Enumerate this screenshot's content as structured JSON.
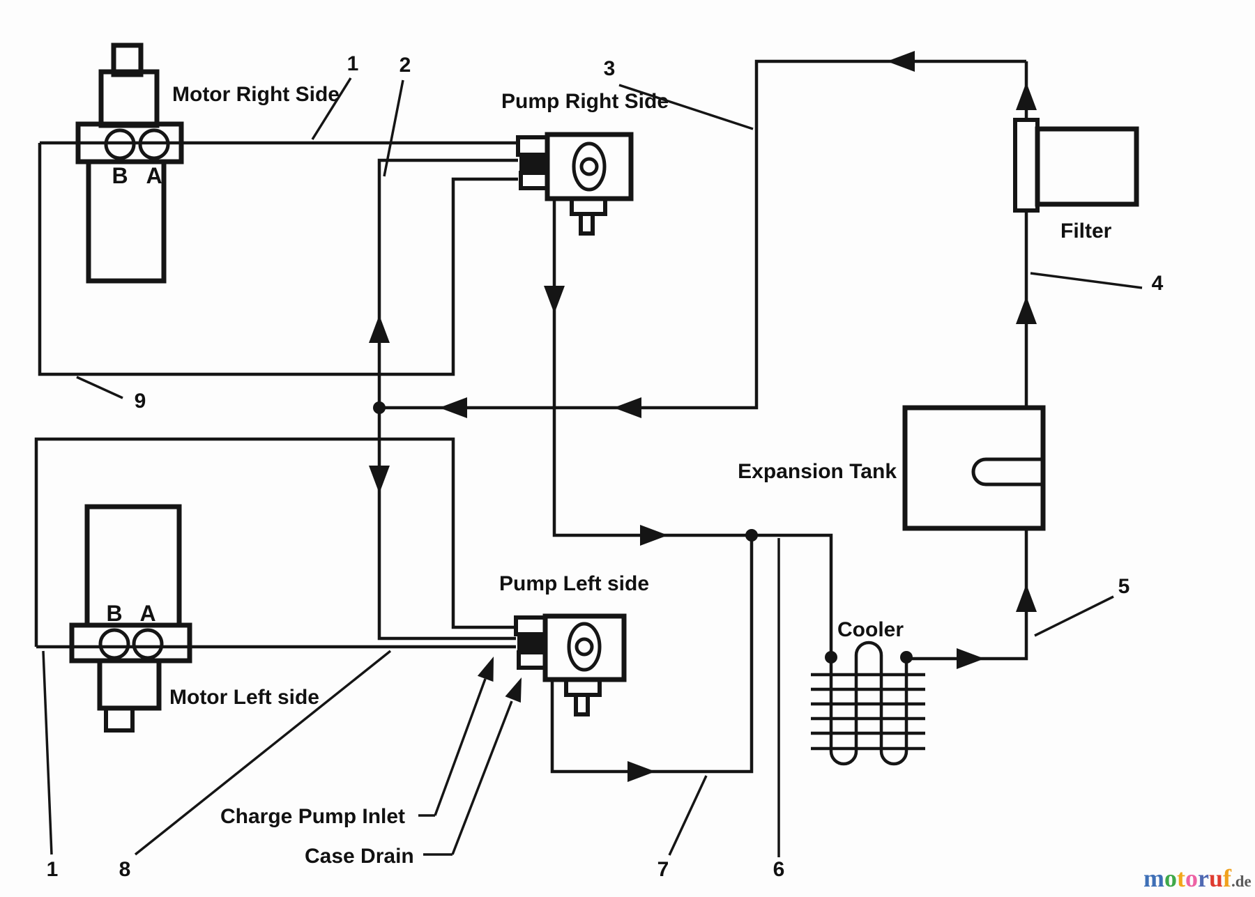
{
  "diagram": {
    "components": {
      "motor_right": {
        "label": "Motor Right Side",
        "port_b": "B",
        "port_a": "A"
      },
      "motor_left": {
        "label": "Motor Left side",
        "port_b": "B",
        "port_a": "A"
      },
      "pump_right": {
        "label": "Pump Right Side"
      },
      "pump_left": {
        "label": "Pump Left side"
      },
      "filter": {
        "label": "Filter"
      },
      "expansion_tank": {
        "label": "Expansion Tank"
      },
      "cooler": {
        "label": "Cooler"
      }
    },
    "annotations": {
      "charge_pump_inlet": "Charge Pump Inlet",
      "case_drain": "Case Drain"
    },
    "part_numbers": {
      "n1_top": "1",
      "n2": "2",
      "n3": "3",
      "n4": "4",
      "n5": "5",
      "n6": "6",
      "n7": "7",
      "n8": "8",
      "n9": "9",
      "n1_bottom": "1"
    },
    "line_color": "#151515"
  },
  "watermark": {
    "letters": [
      {
        "ch": "m",
        "color": "#3e6fb6"
      },
      {
        "ch": "o",
        "color": "#3fa94a"
      },
      {
        "ch": "t",
        "color": "#f2a71b"
      },
      {
        "ch": "o",
        "color": "#ed62a4"
      },
      {
        "ch": "r",
        "color": "#5069b2"
      },
      {
        "ch": "u",
        "color": "#df3b2f"
      },
      {
        "ch": "f",
        "color": "#f0a11e"
      }
    ],
    "suffix": ".de",
    "suffix_color": "#5a5a5a"
  }
}
